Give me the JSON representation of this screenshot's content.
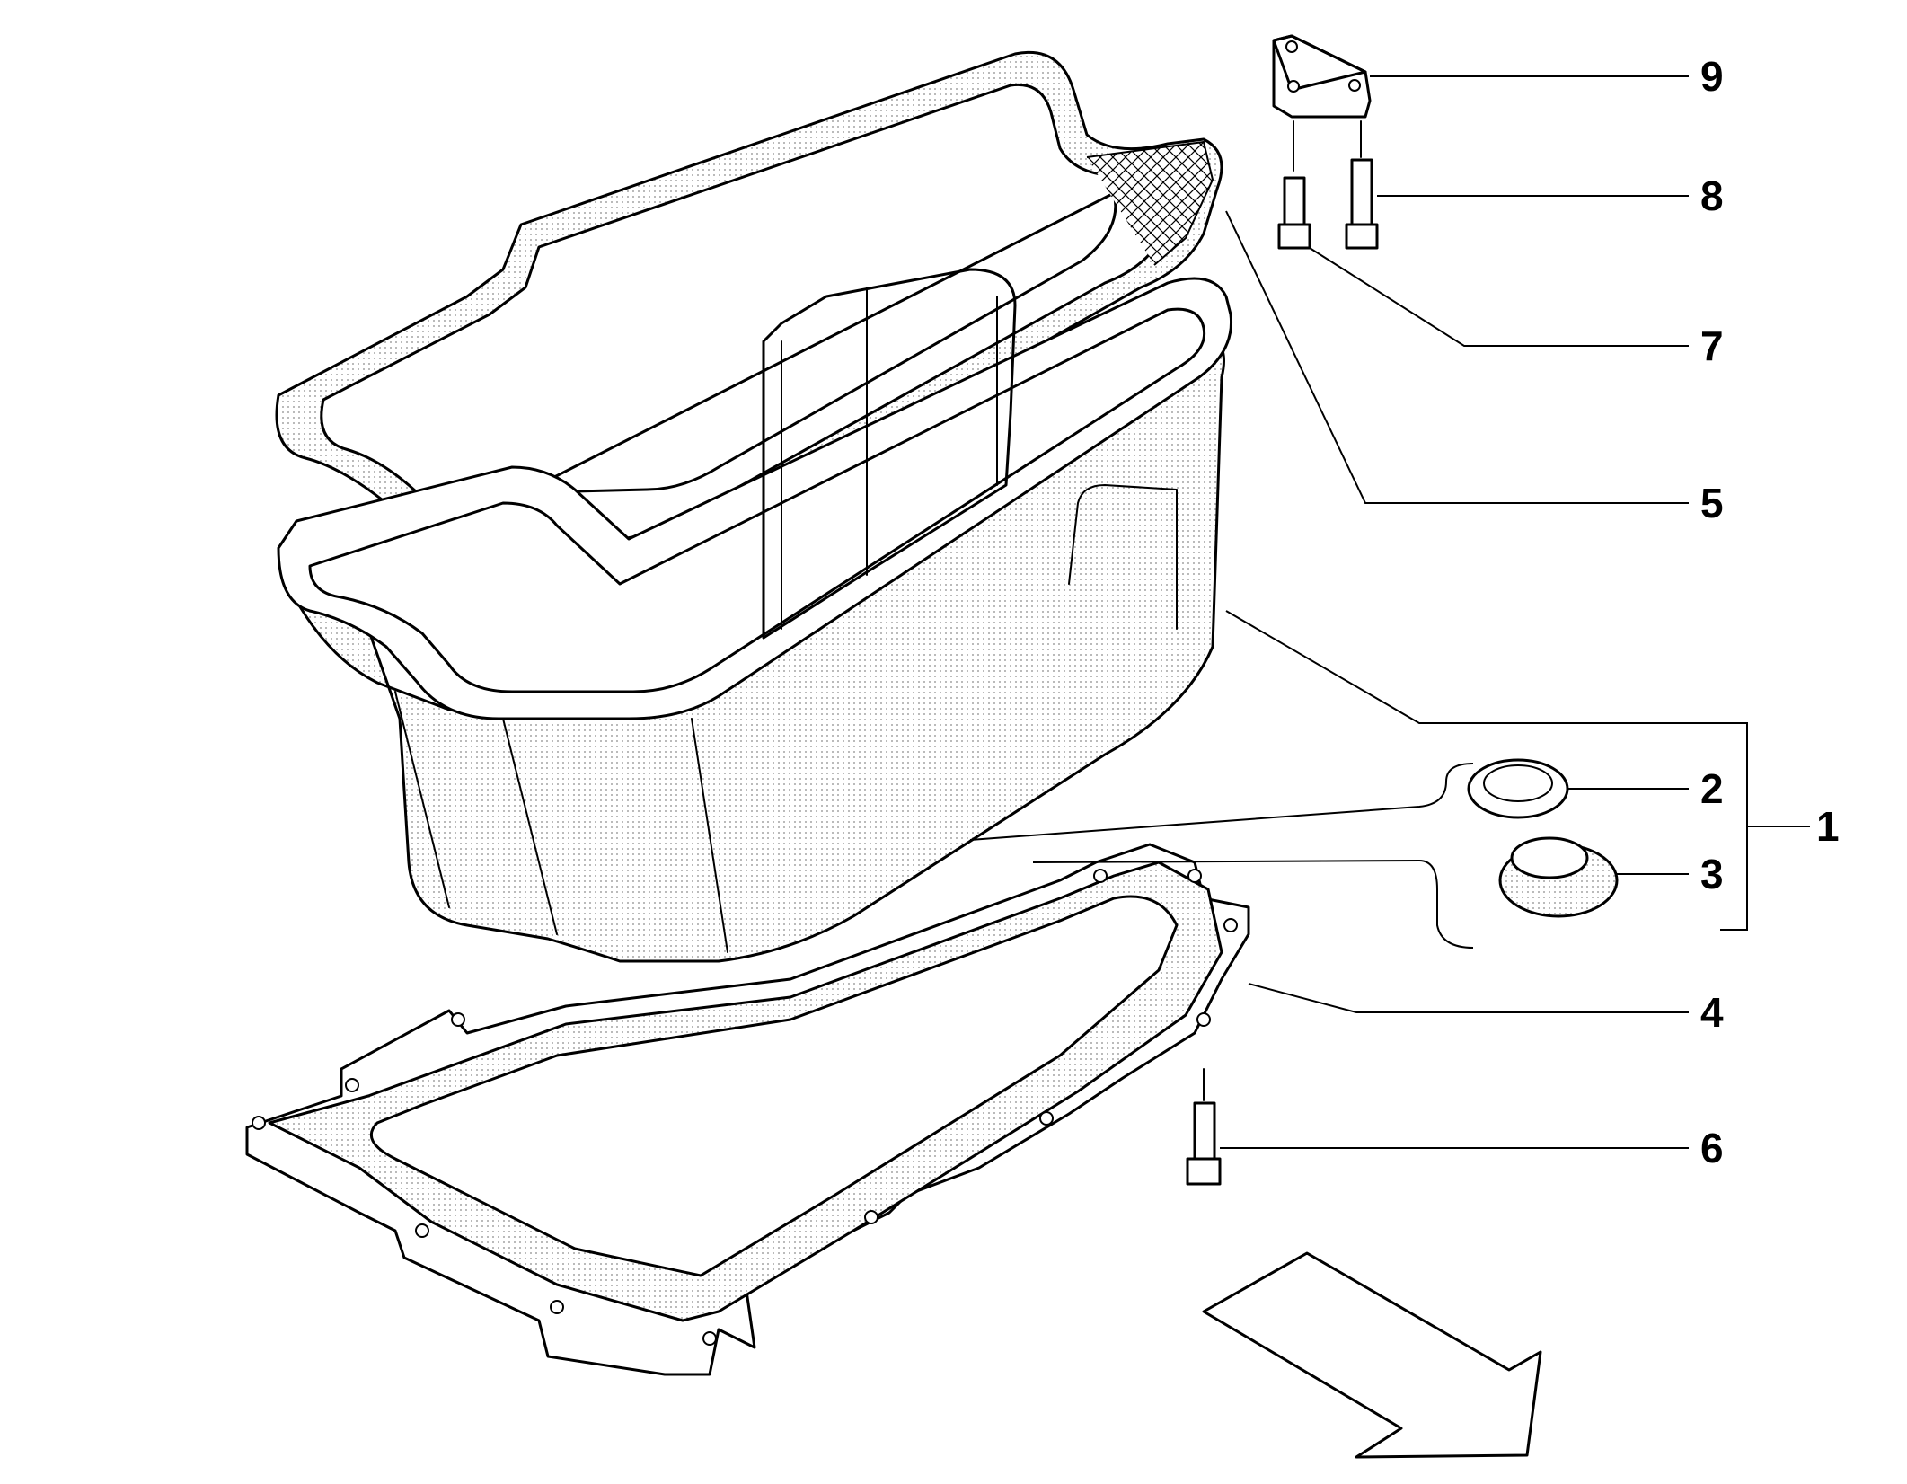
{
  "callouts": {
    "c1": "1",
    "c2": "2",
    "c3": "3",
    "c4": "4",
    "c5": "5",
    "c6": "6",
    "c7": "7",
    "c8": "8",
    "c9": "9"
  },
  "colors": {
    "line": "#000000",
    "background": "#ffffff",
    "shading": "#9a9a9a"
  }
}
